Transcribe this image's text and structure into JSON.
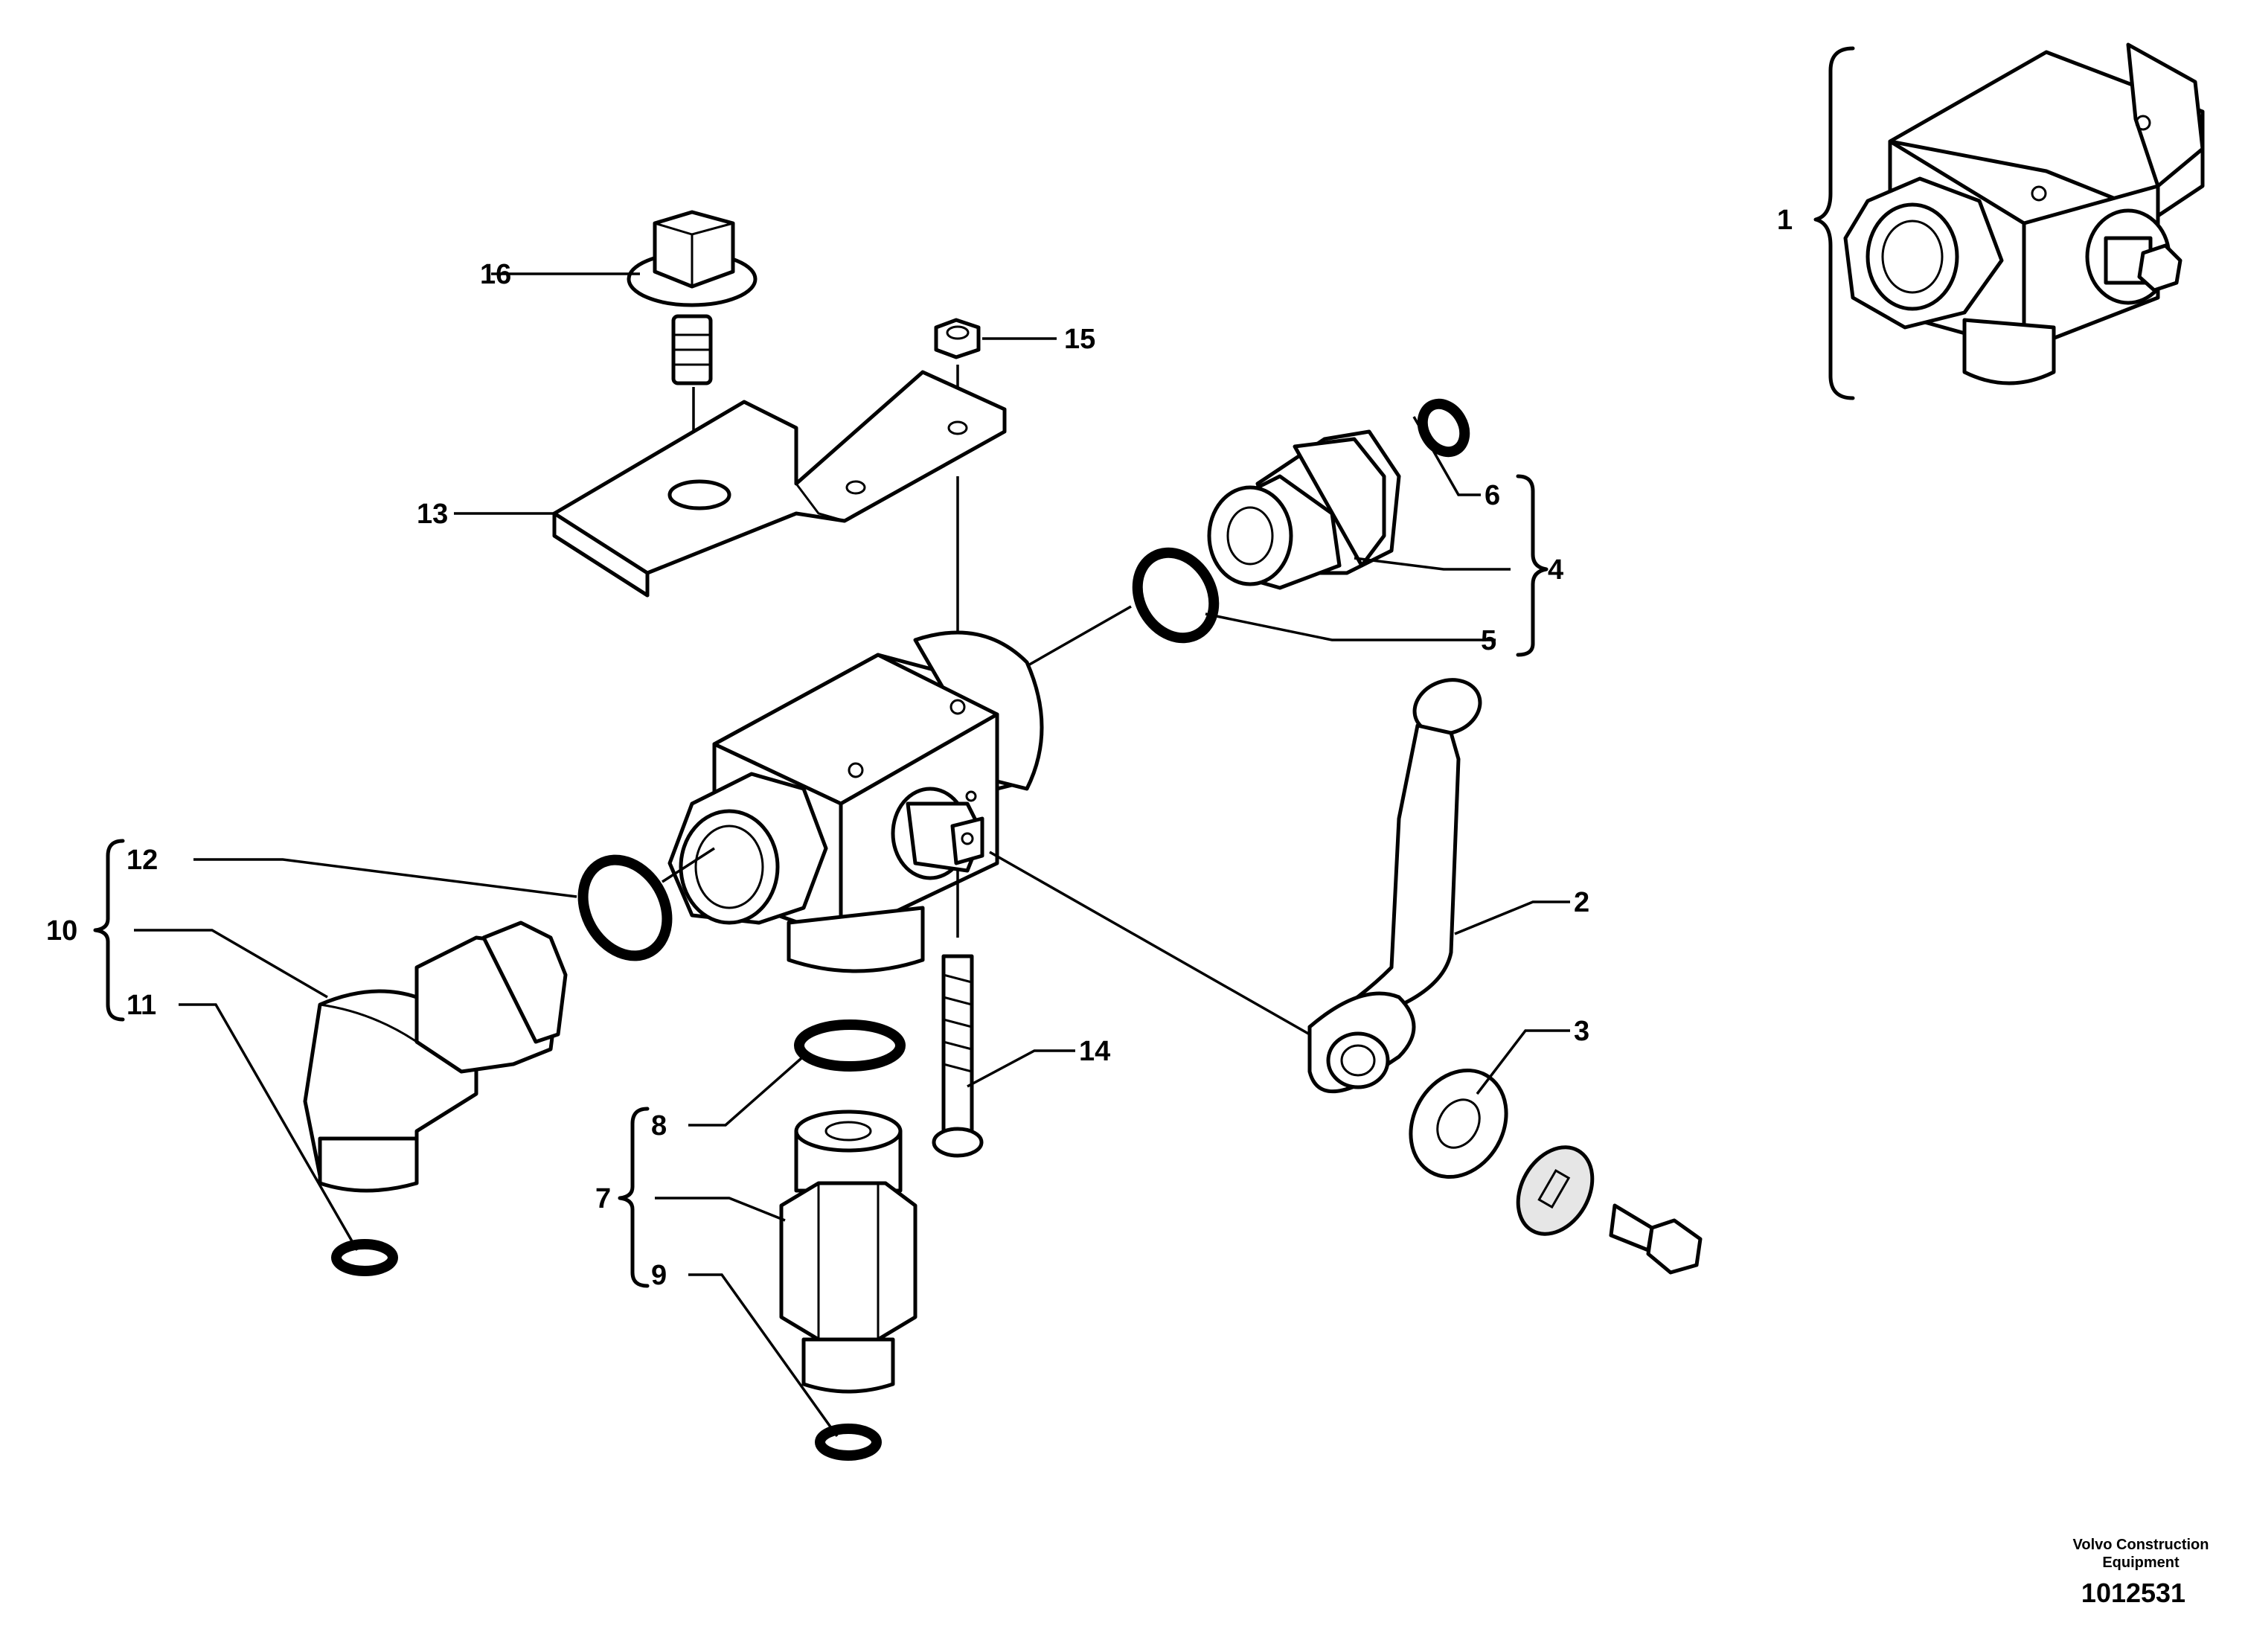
{
  "diagram": {
    "type": "exploded parts diagram",
    "callouts": [
      "1",
      "2",
      "3",
      "4",
      "5",
      "6",
      "7",
      "8",
      "9",
      "10",
      "11",
      "12",
      "13",
      "14",
      "15",
      "16"
    ]
  },
  "footer": {
    "maker": "Volvo Construction Equipment",
    "doc_number": "1012531"
  }
}
